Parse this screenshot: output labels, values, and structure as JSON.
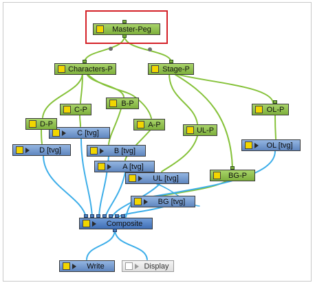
{
  "nodes": {
    "master_peg": "Master-Peg",
    "characters_p": "Characters-P",
    "stage_p": "Stage-P",
    "d_p": "D-P",
    "c_p": "C-P",
    "b_p": "B-P",
    "a_p": "A-P",
    "ul_p": "UL-P",
    "ol_p": "OL-P",
    "c_tvg": "C [tvg]",
    "d_tvg": "D [tvg]",
    "b_tvg": "B [tvg]",
    "a_tvg": "A [tvg]",
    "ol_tvg": "OL [tvg]",
    "ul_tvg": "UL [tvg]",
    "bg_p": "BG-P",
    "bg_tvg": "BG [tvg]",
    "composite": "Composite",
    "write": "Write",
    "display": "Display"
  },
  "selected_node": "Master-Peg",
  "colors": {
    "peg": "#8cc044",
    "element": "#6f95cc",
    "composite": "#4a79bd",
    "peg_wire": "#86c23a",
    "element_wire": "#3daee9",
    "selection": "#d42027",
    "enable_square": "#f2d600"
  }
}
